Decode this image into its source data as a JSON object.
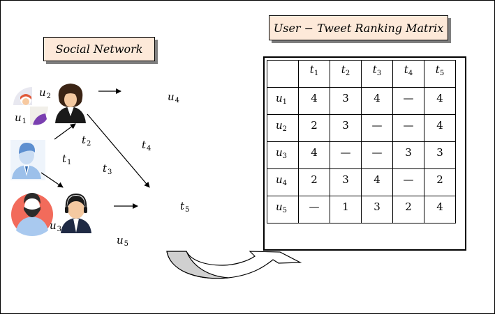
{
  "social_network": {
    "title": "Social Network",
    "user_labels": [
      {
        "name": "u",
        "sub": "1"
      },
      {
        "name": "u",
        "sub": "2"
      },
      {
        "name": "u",
        "sub": "3"
      },
      {
        "name": "u",
        "sub": "4"
      },
      {
        "name": "u",
        "sub": "5"
      }
    ],
    "tweet_labels": [
      {
        "name": "t",
        "sub": "1"
      },
      {
        "name": "t",
        "sub": "2"
      },
      {
        "name": "t",
        "sub": "3"
      },
      {
        "name": "t",
        "sub": "4"
      },
      {
        "name": "t",
        "sub": "5"
      }
    ]
  },
  "matrix": {
    "title": "User − Tweet Ranking Matrix",
    "columns": [
      {
        "name": "t",
        "sub": "1"
      },
      {
        "name": "t",
        "sub": "2"
      },
      {
        "name": "t",
        "sub": "3"
      },
      {
        "name": "t",
        "sub": "4"
      },
      {
        "name": "t",
        "sub": "5"
      }
    ],
    "rows": [
      {
        "user": {
          "name": "u",
          "sub": "1"
        },
        "values": [
          "4",
          "3",
          "4",
          "—",
          "4"
        ]
      },
      {
        "user": {
          "name": "u",
          "sub": "2"
        },
        "values": [
          "2",
          "3",
          "—",
          "—",
          "4"
        ]
      },
      {
        "user": {
          "name": "u",
          "sub": "3"
        },
        "values": [
          "4",
          "—",
          "—",
          "3",
          "3"
        ]
      },
      {
        "user": {
          "name": "u",
          "sub": "4"
        },
        "values": [
          "2",
          "3",
          "4",
          "—",
          "2"
        ]
      },
      {
        "user": {
          "name": "u",
          "sub": "5"
        },
        "values": [
          "—",
          "1",
          "3",
          "2",
          "4"
        ]
      }
    ]
  },
  "colors": {
    "title_fill": "#fde9d9",
    "title_shadow": "#7f7f7f",
    "curved_arrow_fill": "#d0d0d0",
    "avatar_orange": "#f26b5b",
    "avatar_blue": "#a9c9ef",
    "avatar_purple": "#7a3fb0"
  }
}
